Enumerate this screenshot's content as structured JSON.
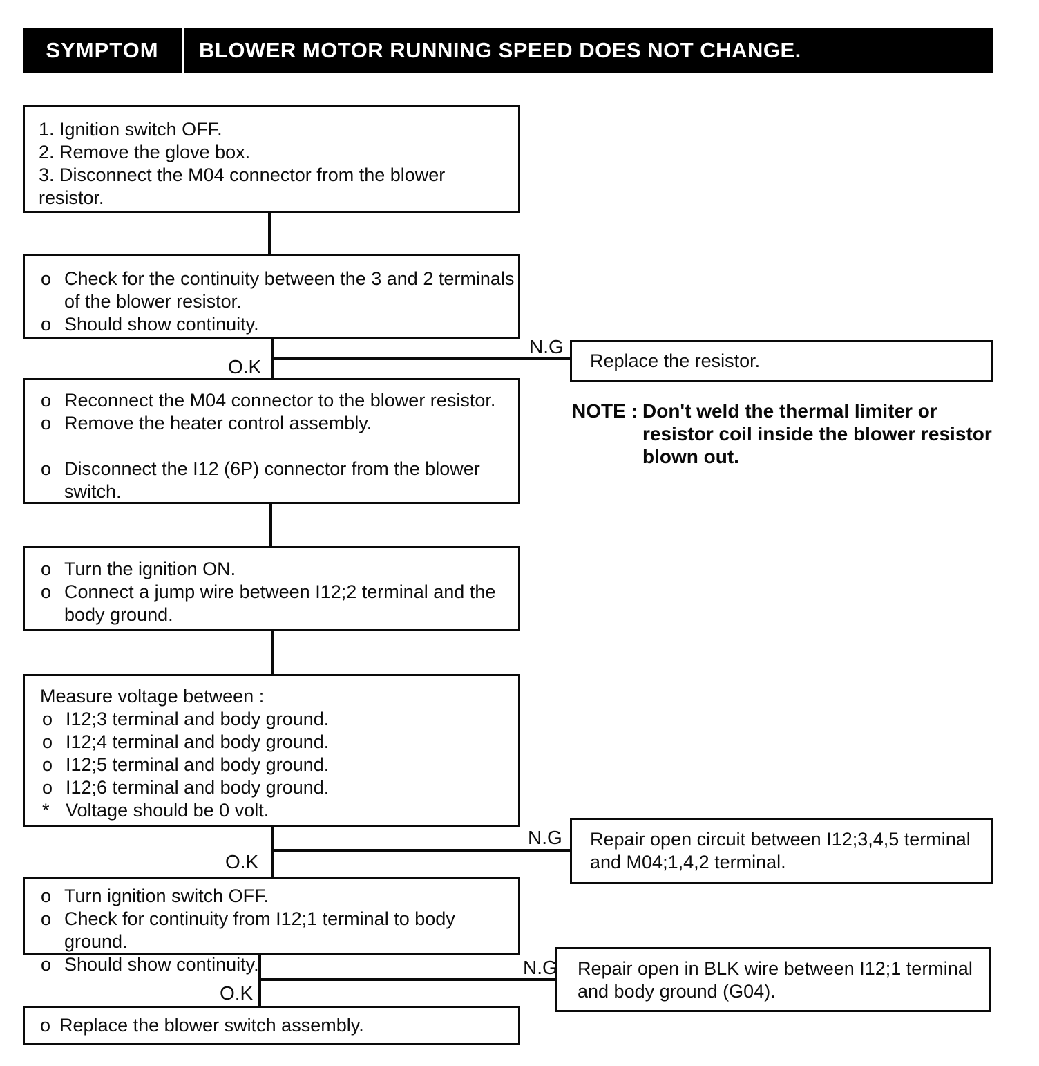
{
  "header": {
    "symptom_label": "SYMPTOM",
    "title": "BLOWER MOTOR RUNNING SPEED DOES NOT CHANGE."
  },
  "branch_labels": {
    "ok": "O.K",
    "ng": "N.G"
  },
  "colors": {
    "ink": "#000000",
    "paper": "#ffffff"
  },
  "steps": {
    "prepare": {
      "lines": [
        "1. Ignition switch OFF.",
        "2. Remove the glove box.",
        "3. Disconnect the M04 connector from the blower resistor."
      ]
    },
    "check_resistor_continuity": {
      "items": [
        {
          "bullet": "o",
          "text": "Check for the continuity between the 3 and 2 terminals of the blower resistor."
        },
        {
          "bullet": "o",
          "text": "Should show continuity."
        }
      ]
    },
    "reconnect_and_remove": {
      "items": [
        {
          "bullet": "o",
          "text": "Reconnect the M04 connector to the blower resistor."
        },
        {
          "bullet": "o",
          "text": "Remove the heater control assembly."
        },
        {
          "bullet": "o",
          "text": "Disconnect the I12 (6P) connector from the blower switch."
        }
      ]
    },
    "ignition_on_jump_wire": {
      "items": [
        {
          "bullet": "o",
          "text": "Turn the ignition ON."
        },
        {
          "bullet": "o",
          "text": "Connect a jump wire between I12;2 terminal and the body ground."
        }
      ]
    },
    "measure_voltage": {
      "heading": "Measure voltage between :",
      "items": [
        {
          "bullet": "o",
          "text": "I12;3 terminal and body ground."
        },
        {
          "bullet": "o",
          "text": "I12;4 terminal and body ground."
        },
        {
          "bullet": "o",
          "text": "I12;5 terminal and body ground."
        },
        {
          "bullet": "o",
          "text": "I12;6 terminal and body ground."
        },
        {
          "bullet": "*",
          "text": "Voltage should be 0 volt."
        }
      ]
    },
    "check_ground_continuity": {
      "items": [
        {
          "bullet": "o",
          "text": "Turn ignition switch OFF."
        },
        {
          "bullet": "o",
          "text": "Check for continuity from I12;1 terminal to body ground."
        },
        {
          "bullet": "o",
          "text": "Should show continuity."
        }
      ]
    },
    "replace_blower_switch": {
      "bullet": "o",
      "text": "Replace the blower switch assembly."
    }
  },
  "remedies": {
    "replace_resistor": {
      "text": "Replace the resistor."
    },
    "repair_open_circuit": {
      "text": "Repair open circuit between I12;3,4,5 terminal and M04;1,4,2 terminal."
    },
    "repair_blk_wire": {
      "text": "Repair open in BLK wire between I12;1 terminal and body ground (G04)."
    }
  },
  "note": {
    "label": "NOTE :",
    "text": "Don't weld the thermal limiter or resistor coil inside the blower resistor blown out."
  }
}
